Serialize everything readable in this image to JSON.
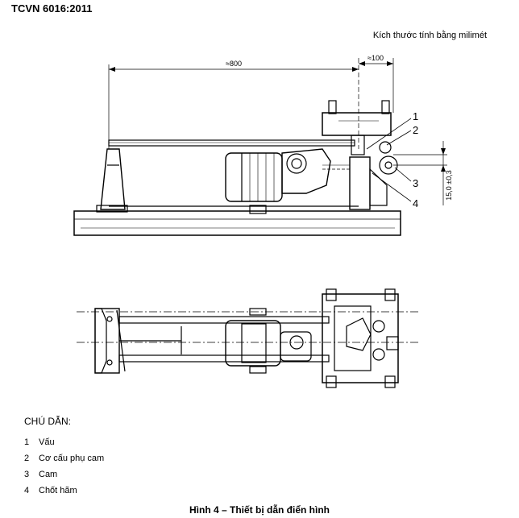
{
  "header": {
    "standard": "TCVN 6016:2011",
    "units_note": "Kích thước tính bằng milimét"
  },
  "figure": {
    "dimensions": {
      "length": "≈800",
      "offset": "≈100",
      "height": "15,0 ±0,3"
    },
    "callouts": [
      "1",
      "2",
      "3",
      "4"
    ]
  },
  "legend": {
    "title": "CHÚ DẪN:",
    "items": [
      {
        "num": "1",
        "label": "Vấu"
      },
      {
        "num": "2",
        "label": "Cơ cấu phụ cam"
      },
      {
        "num": "3",
        "label": "Cam"
      },
      {
        "num": "4",
        "label": "Chốt hãm"
      }
    ]
  },
  "caption": "Hình 4 – Thiết bị dẫn điển hình"
}
